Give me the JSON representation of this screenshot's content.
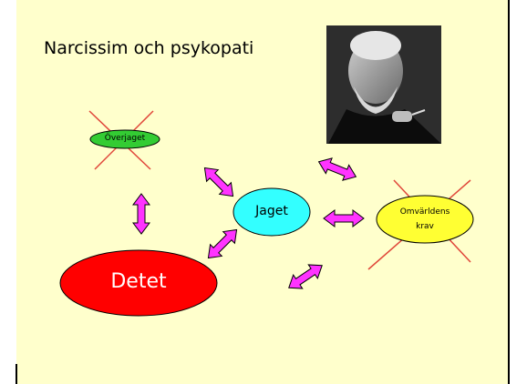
{
  "slide": {
    "title": "Narcissim och psykopati",
    "colors": {
      "background": "#ffffcc",
      "arrow": "#ff33ff",
      "cross": "#e0473a",
      "overjaget": "#33cc33",
      "jaget": "#33ffff",
      "detet": "#ff0000",
      "omvarldens_krav": "#ffff33"
    }
  },
  "nodes": {
    "overjaget": "Överjaget",
    "jaget": "Jaget",
    "detet": "Detet",
    "omvarldens_krav_line1": "Omvärldens",
    "omvarldens_krav_line2": "krav"
  },
  "photo": {
    "subject": "portrait-photo"
  }
}
